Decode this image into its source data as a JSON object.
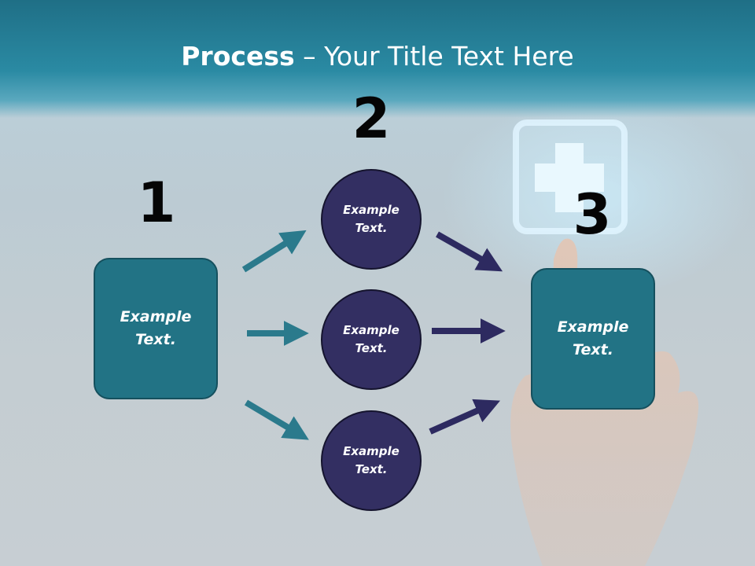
{
  "header": {
    "title_bold": "Process",
    "title_rest": " – Your Title Text Here"
  },
  "steps": {
    "one": "1",
    "two": "2",
    "three": "3"
  },
  "nodes": {
    "left_box": {
      "line1": "Example",
      "line2": "Text."
    },
    "circle_top": {
      "line1": "Example",
      "line2": "Text."
    },
    "circle_mid": {
      "line1": "Example",
      "line2": "Text."
    },
    "circle_bottom": {
      "line1": "Example",
      "line2": "Text."
    },
    "right_box": {
      "line1": "Example",
      "line2": "Text."
    }
  },
  "colors": {
    "header": "#227c95",
    "teal_box": "#227385",
    "navy_circle": "#332f62",
    "teal_arrow": "#2b7a8c",
    "navy_arrow": "#2d2a60"
  },
  "icons": [
    "medical-cross-icon"
  ]
}
